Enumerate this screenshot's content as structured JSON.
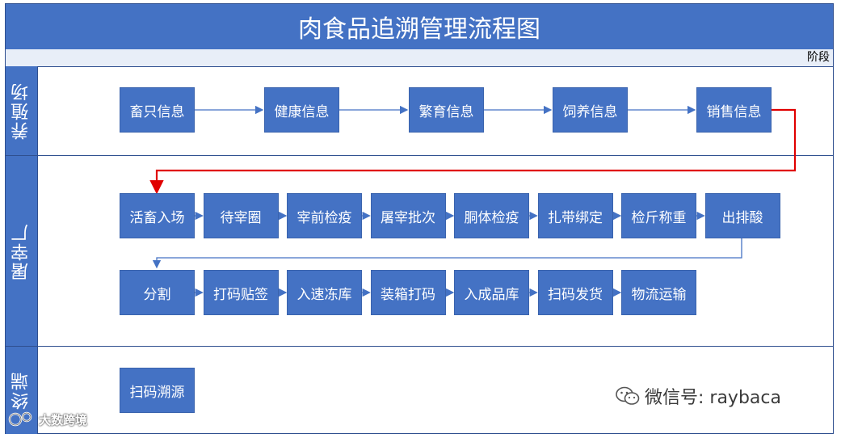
{
  "title": "肉食品追溯管理流程图",
  "phase_label": "阶段",
  "lanes": {
    "farm": "养殖场",
    "slaughter": "屠宰厂",
    "terminal": "终端"
  },
  "farm_steps": [
    "畜只信息",
    "健康信息",
    "繁育信息",
    "饲养信息",
    "销售信息"
  ],
  "slaughter_row1": [
    "活畜入场",
    "待宰圈",
    "宰前检疫",
    "屠宰批次",
    "胴体检疫",
    "扎带绑定",
    "检斤称重",
    "出排酸"
  ],
  "slaughter_row2": [
    "分割",
    "打码贴签",
    "入速冻库",
    "装箱打码",
    "入成品库",
    "扫码发货",
    "物流运输"
  ],
  "terminal_steps": [
    "扫码溯源"
  ],
  "watermarks": {
    "wechat": "微信号: raybaca",
    "brand": "大数跨境"
  },
  "colors": {
    "box": "#4472C4",
    "connector": "#4472C4",
    "highlight_connector": "#E00000"
  },
  "icons": {
    "wechat": "wechat-icon",
    "brand": "brand-logo-icon"
  }
}
